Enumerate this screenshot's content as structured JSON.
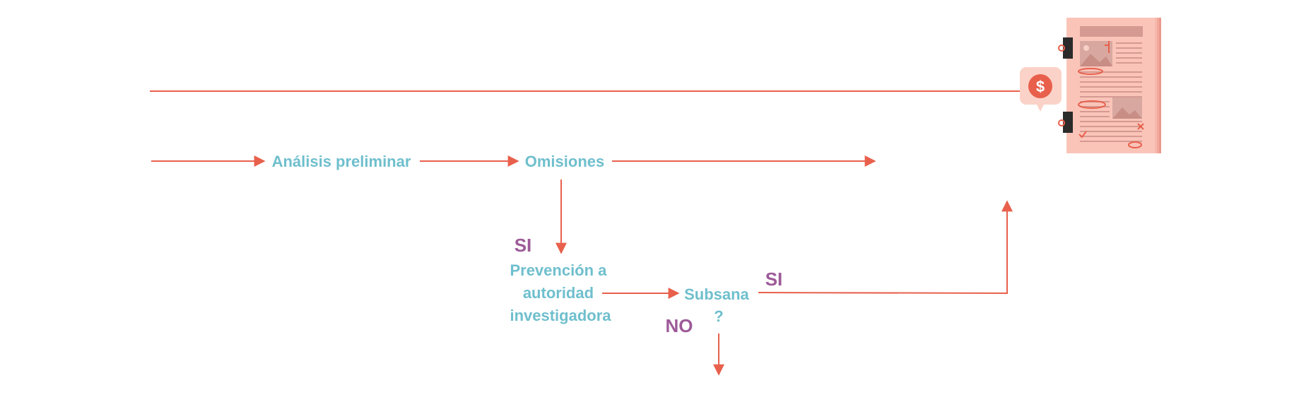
{
  "nodes": {
    "analisis": "Análisis preliminar",
    "omisiones": "Omisiones",
    "prevencion": [
      "Prevención a",
      "autoridad",
      "investigadora"
    ],
    "subsana": [
      "Subsana",
      "?"
    ]
  },
  "branches": {
    "si_omisiones": "SI",
    "si_subsana": "SI",
    "no_subsana": "NO"
  },
  "icon": {
    "name": "financial-document-icon",
    "badge_symbol": "$"
  },
  "colors": {
    "line": "#e8604c",
    "node_text": "#6fbfcd",
    "branch_text": "#9d5a98",
    "document": "#f7b9ad",
    "badge_bg": "#fbd2c8",
    "clip": "#2b2b2b"
  }
}
